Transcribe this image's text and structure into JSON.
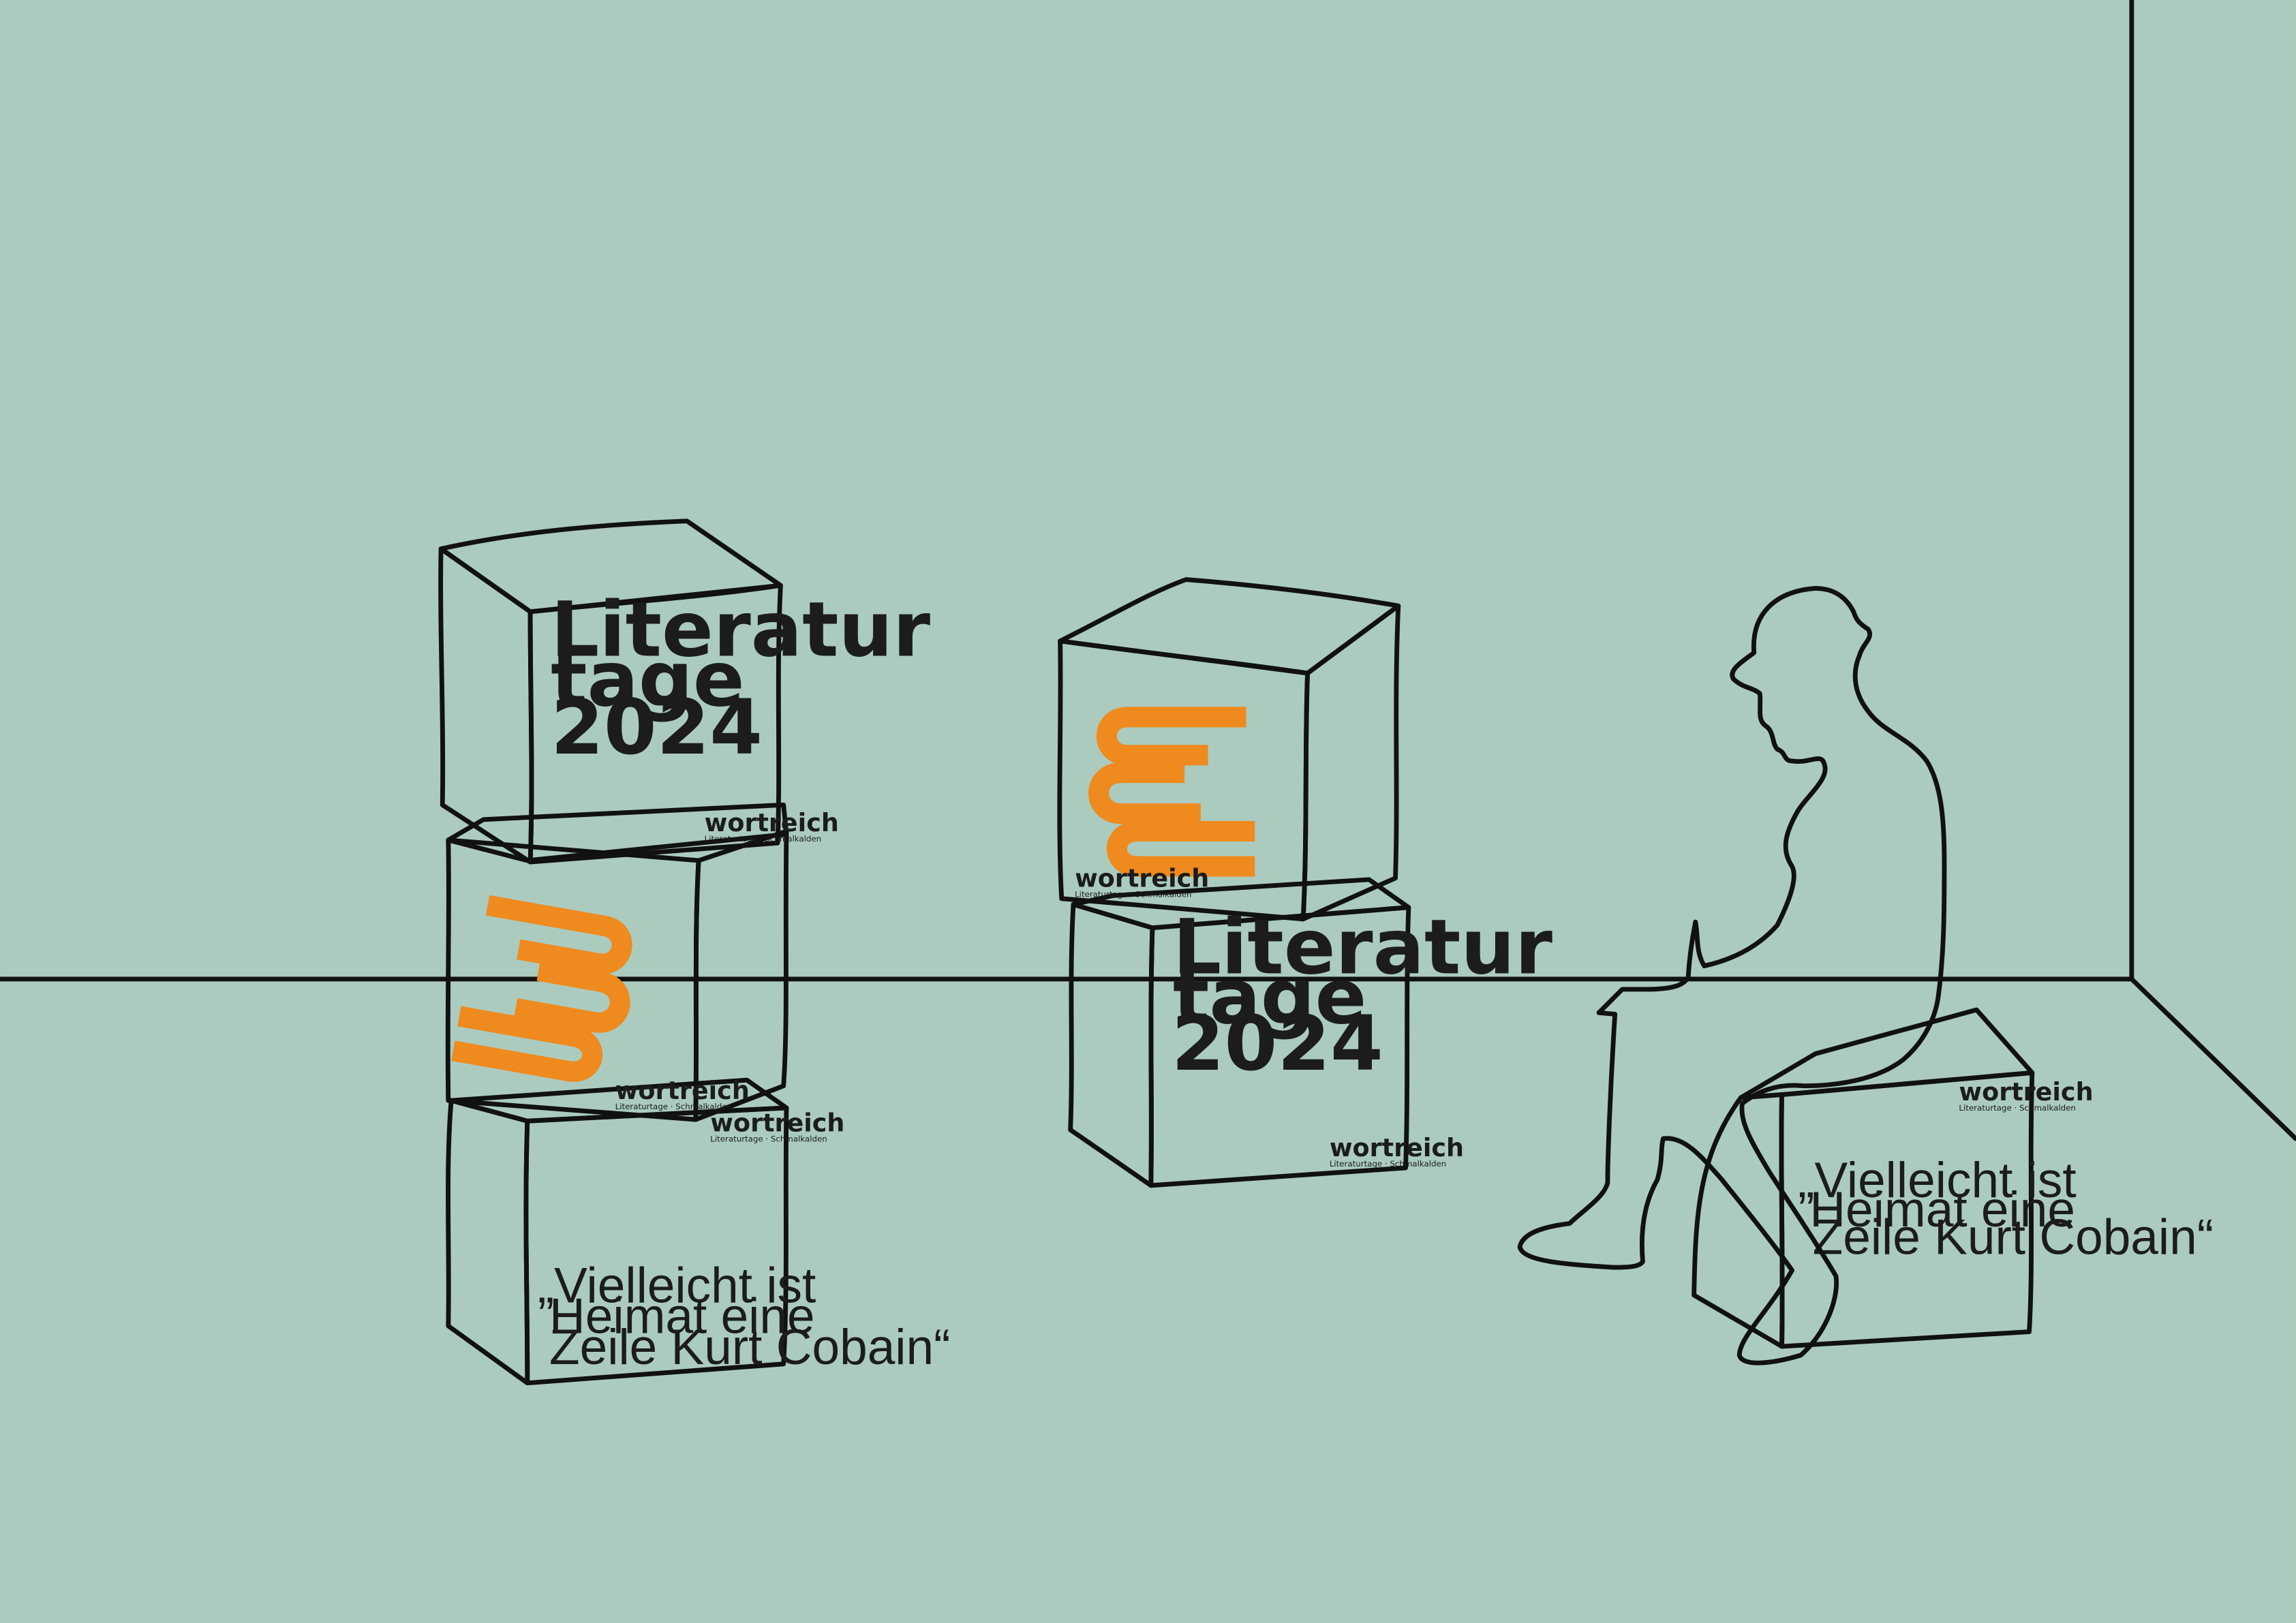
{
  "colors": {
    "background": "#abcbbf",
    "line": "#111111",
    "green_front": "#cfe3c4",
    "green_top": "#b2c8a4",
    "green_side": "#8b9a7e",
    "purple_front": "#d2cbe6",
    "purple_top": "#9a96b5",
    "purple_side": "#aaaacb",
    "blue_front": "#b8d9f2",
    "blue_top": "#9ab4bf",
    "blue_side": "#9bbacd",
    "accent_orange": "#ef8a1e"
  },
  "poster": {
    "title_line_1": "Literatur",
    "title_line_2": "tage",
    "title_line_3": "2024",
    "quote_line_1": "„Vielleicht ist",
    "quote_line_2": "Heimat eine",
    "quote_line_3": "Zeile Kurt Cobain“",
    "brand": "wortreich",
    "brand_tagline": "Literaturtage · Schmalkalden"
  },
  "icons": {
    "books": "stacked-books-icon",
    "figure": "seated-person-outline"
  }
}
